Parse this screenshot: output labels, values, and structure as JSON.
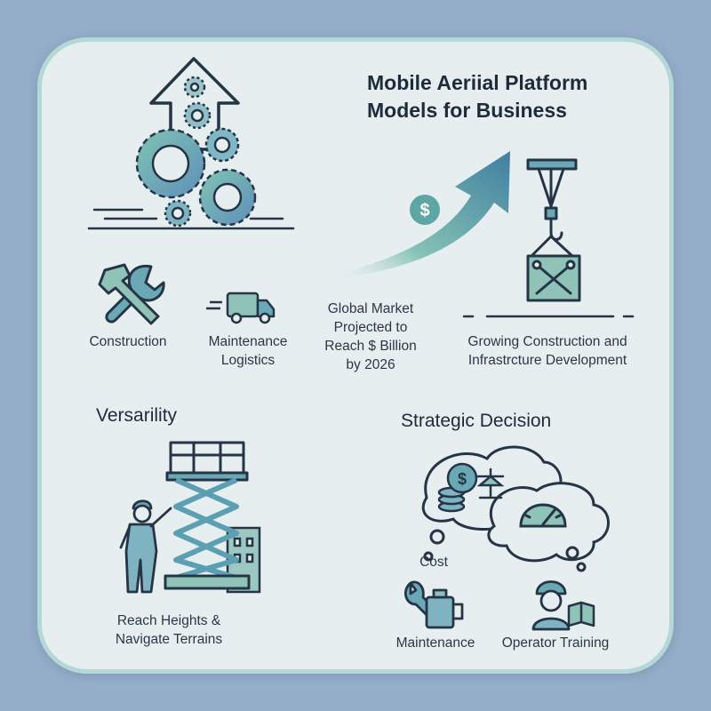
{
  "title": {
    "line1": "Mobile Aeriial Platform",
    "line2": "Models for Business"
  },
  "top_left": {
    "construction": "Construction",
    "maintenance_line1": "Maintenance",
    "maintenance_line2": "Logistics"
  },
  "market": {
    "line1": "Global Market",
    "line2": "Projected to",
    "line3": "Reach $ Billion",
    "line4": "by 2026",
    "currency_symbol": "$"
  },
  "growth": {
    "line1": "Growing Construction and",
    "line2": "Infrastrcture Development"
  },
  "versatility": {
    "heading": "Versarility",
    "caption_line1": "Reach Heights &",
    "caption_line2": "Navigate Terrains"
  },
  "decision": {
    "heading": "Strategic Decision",
    "cost": "Cost",
    "maintenance": "Maintenance",
    "training": "Operator Training",
    "currency_symbol": "$"
  },
  "icons": [
    "arrow-up-icon",
    "gears-icon",
    "wrench-hammer-icon",
    "truck-icon",
    "dollar-icon",
    "growth-arrow-icon",
    "crane-hook-icon",
    "tools-crate-icon",
    "worker-icon",
    "scissor-lift-icon",
    "building-icon",
    "thought-bubble-icon",
    "coins-icon",
    "scale-icon",
    "gauge-icon",
    "wrench-icon",
    "oil-can-icon",
    "operator-icon",
    "manual-icon"
  ],
  "colors": {
    "page_bg": "#94adc8",
    "card_bg": "#e6eef0",
    "card_border": "#b3d8d6",
    "teal": "#6fb7ac",
    "blue": "#5c88b0",
    "outline": "#253546"
  }
}
